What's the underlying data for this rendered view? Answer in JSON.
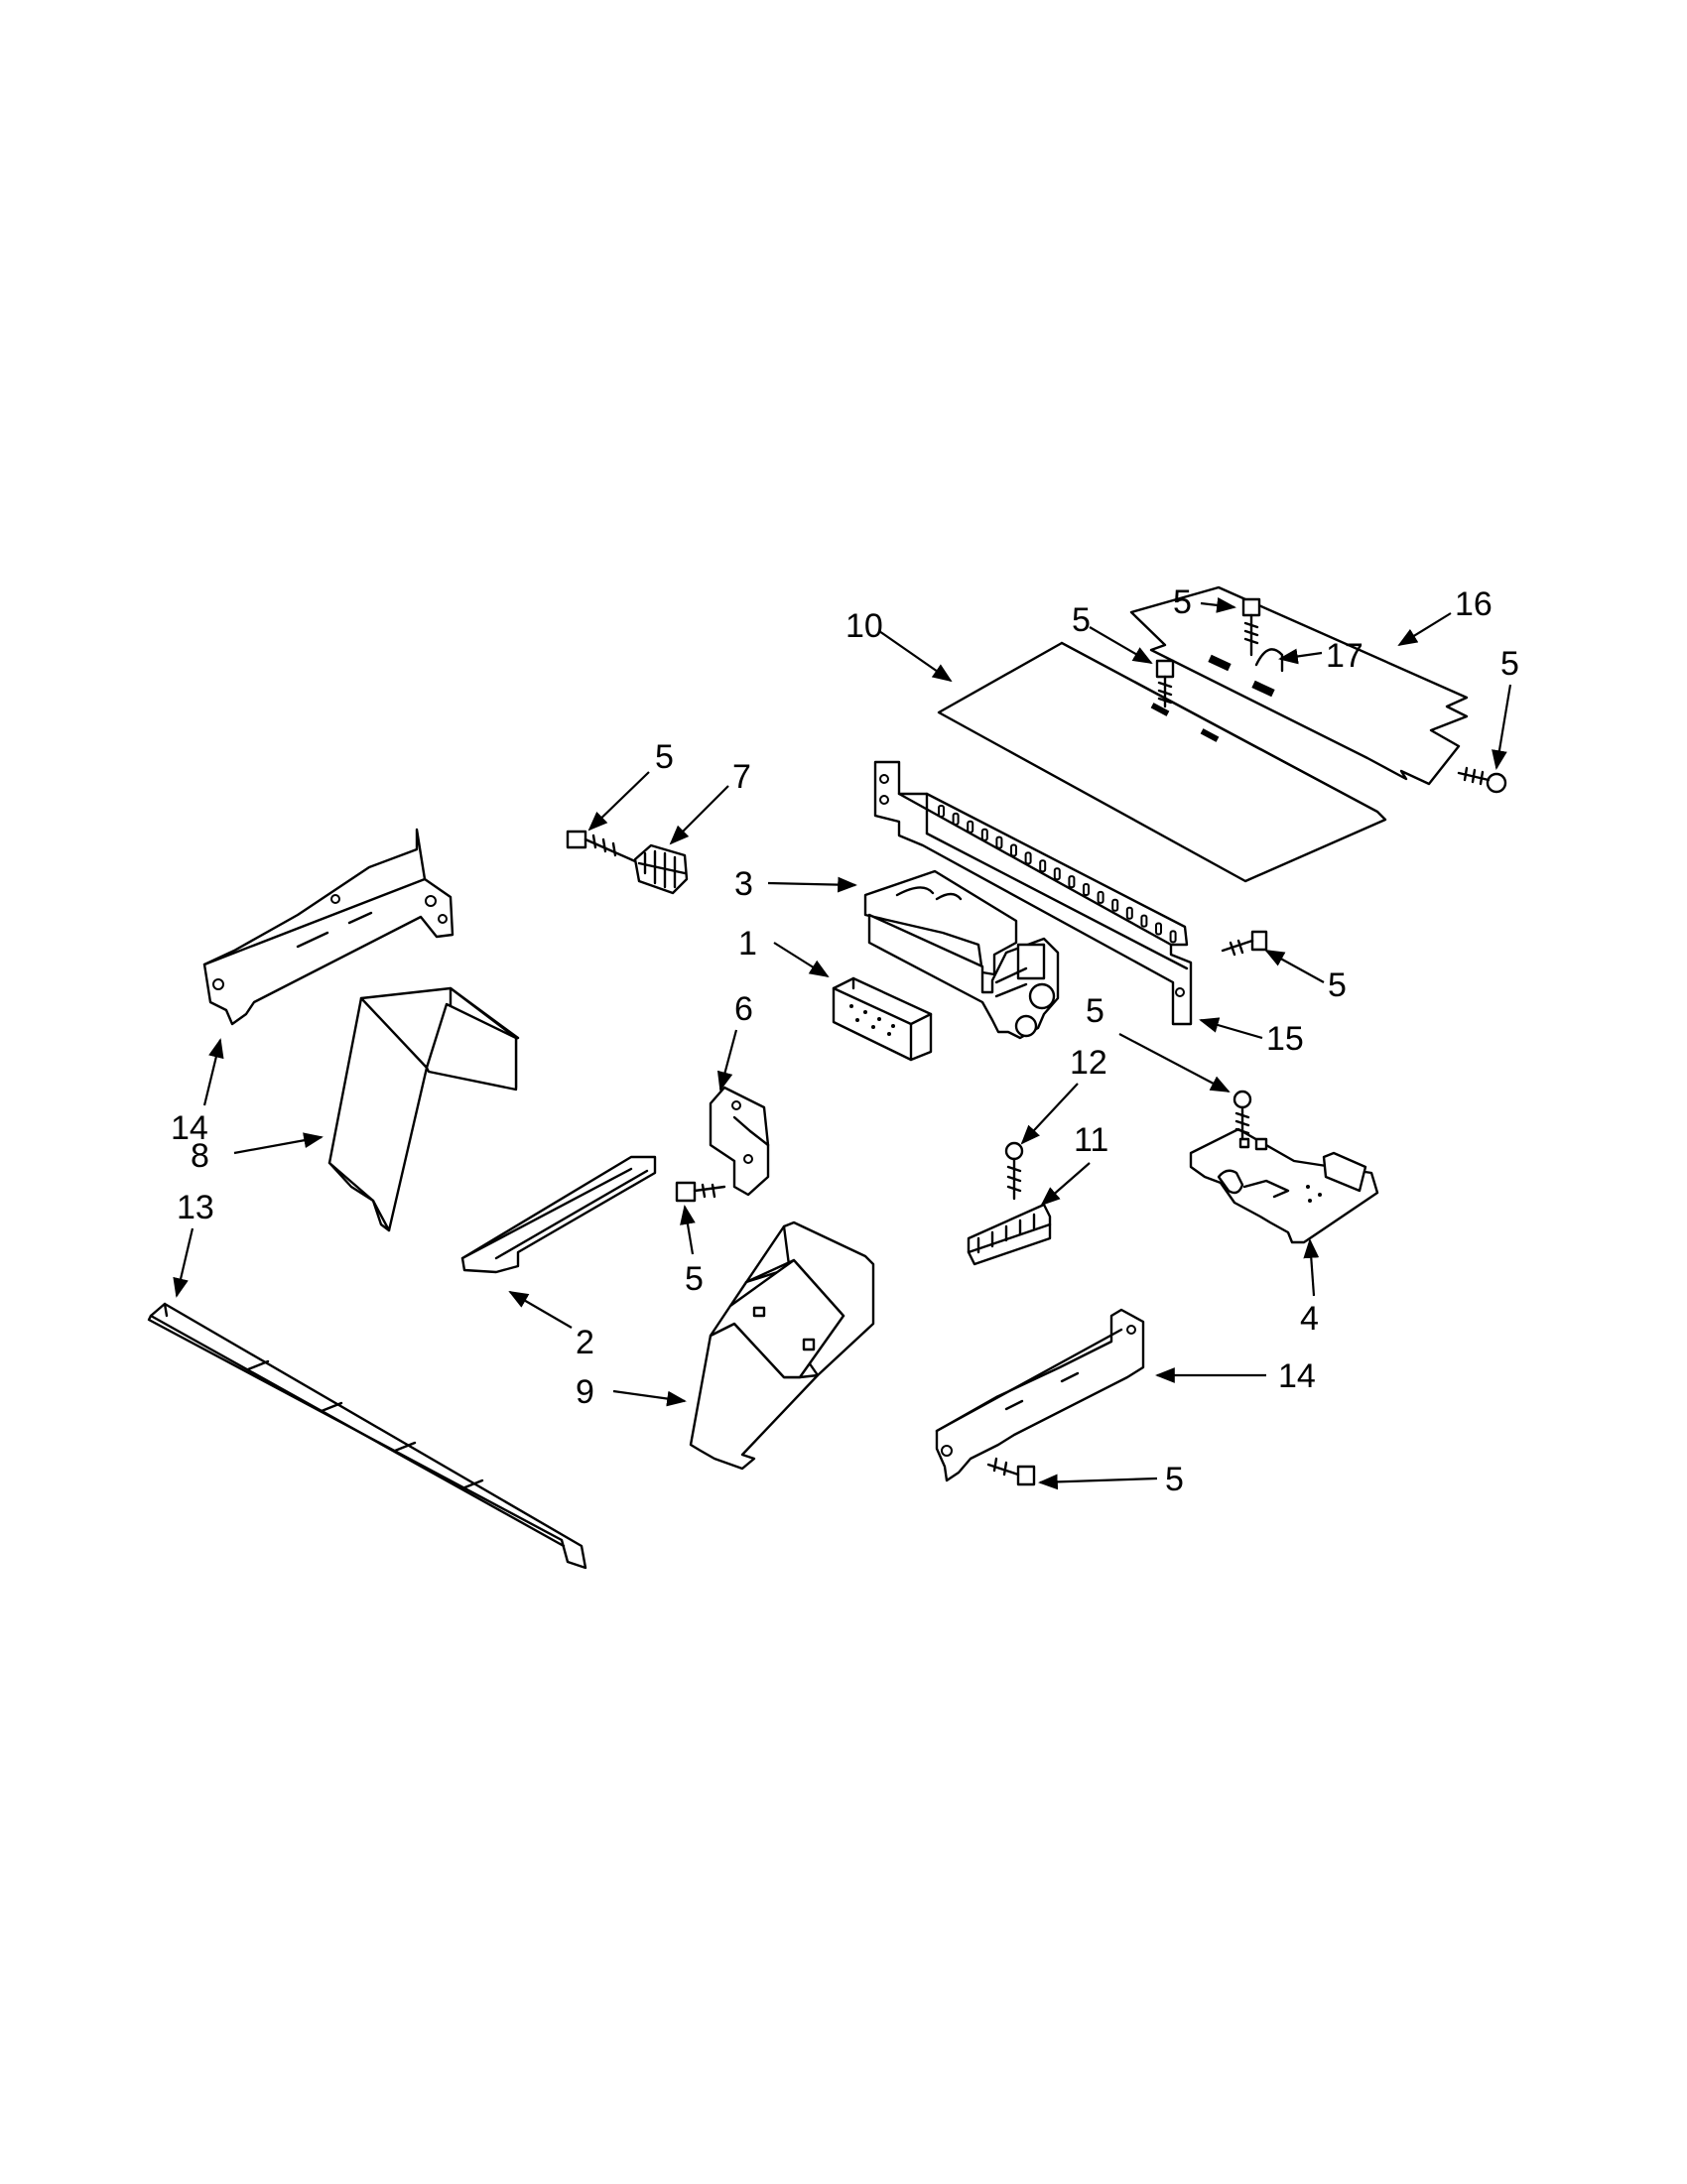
{
  "callouts": {
    "c10": "10",
    "c5a": "5",
    "c5b": "5",
    "c16": "16",
    "c17": "17",
    "c5c": "5",
    "c5d": "5",
    "c7": "7",
    "c3": "3",
    "c1": "1",
    "c6": "6",
    "c5e": "5",
    "c15": "15",
    "c5f": "5",
    "c12": "12",
    "c11": "11",
    "c14a": "14",
    "c8": "8",
    "c13": "13",
    "c5g": "5",
    "c2": "2",
    "c9": "9",
    "c4": "4",
    "c14b": "14",
    "c5h": "5"
  }
}
